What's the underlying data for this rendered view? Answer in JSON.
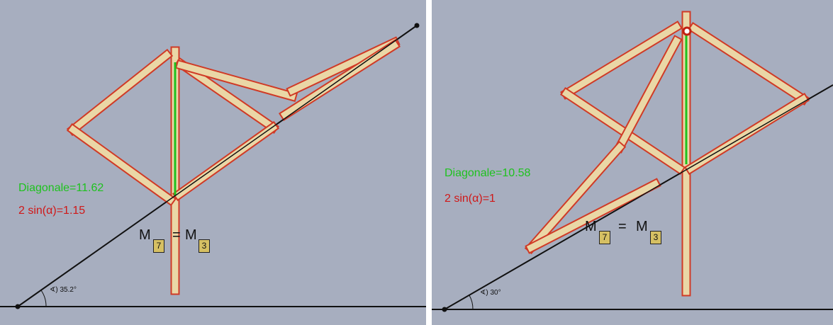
{
  "panels": [
    {
      "diagonal_text": "Diagonale=11.62",
      "sin_text": "2 sin(α)=1.15",
      "angle_text": "∢) 35.2°",
      "m_letter_left": "M",
      "m_sub_left": "7",
      "equals": "=",
      "m_letter_right": "M",
      "m_sub_right": "3"
    },
    {
      "diagonal_text": "Diagonale=10.58",
      "sin_text": "2 sin(α)=1",
      "angle_text": "∢) 30°",
      "m_letter_left": "M",
      "m_sub_left": "7",
      "equals": "=",
      "m_letter_right": "M",
      "m_sub_right": "3"
    }
  ],
  "colors": {
    "background": "#a7aebf",
    "ruler_wood": "#ead7a6",
    "ruler_edge": "#d03a26",
    "diagonal": "#1ec21e",
    "lines": "#111111",
    "sin_text": "#d01818"
  }
}
